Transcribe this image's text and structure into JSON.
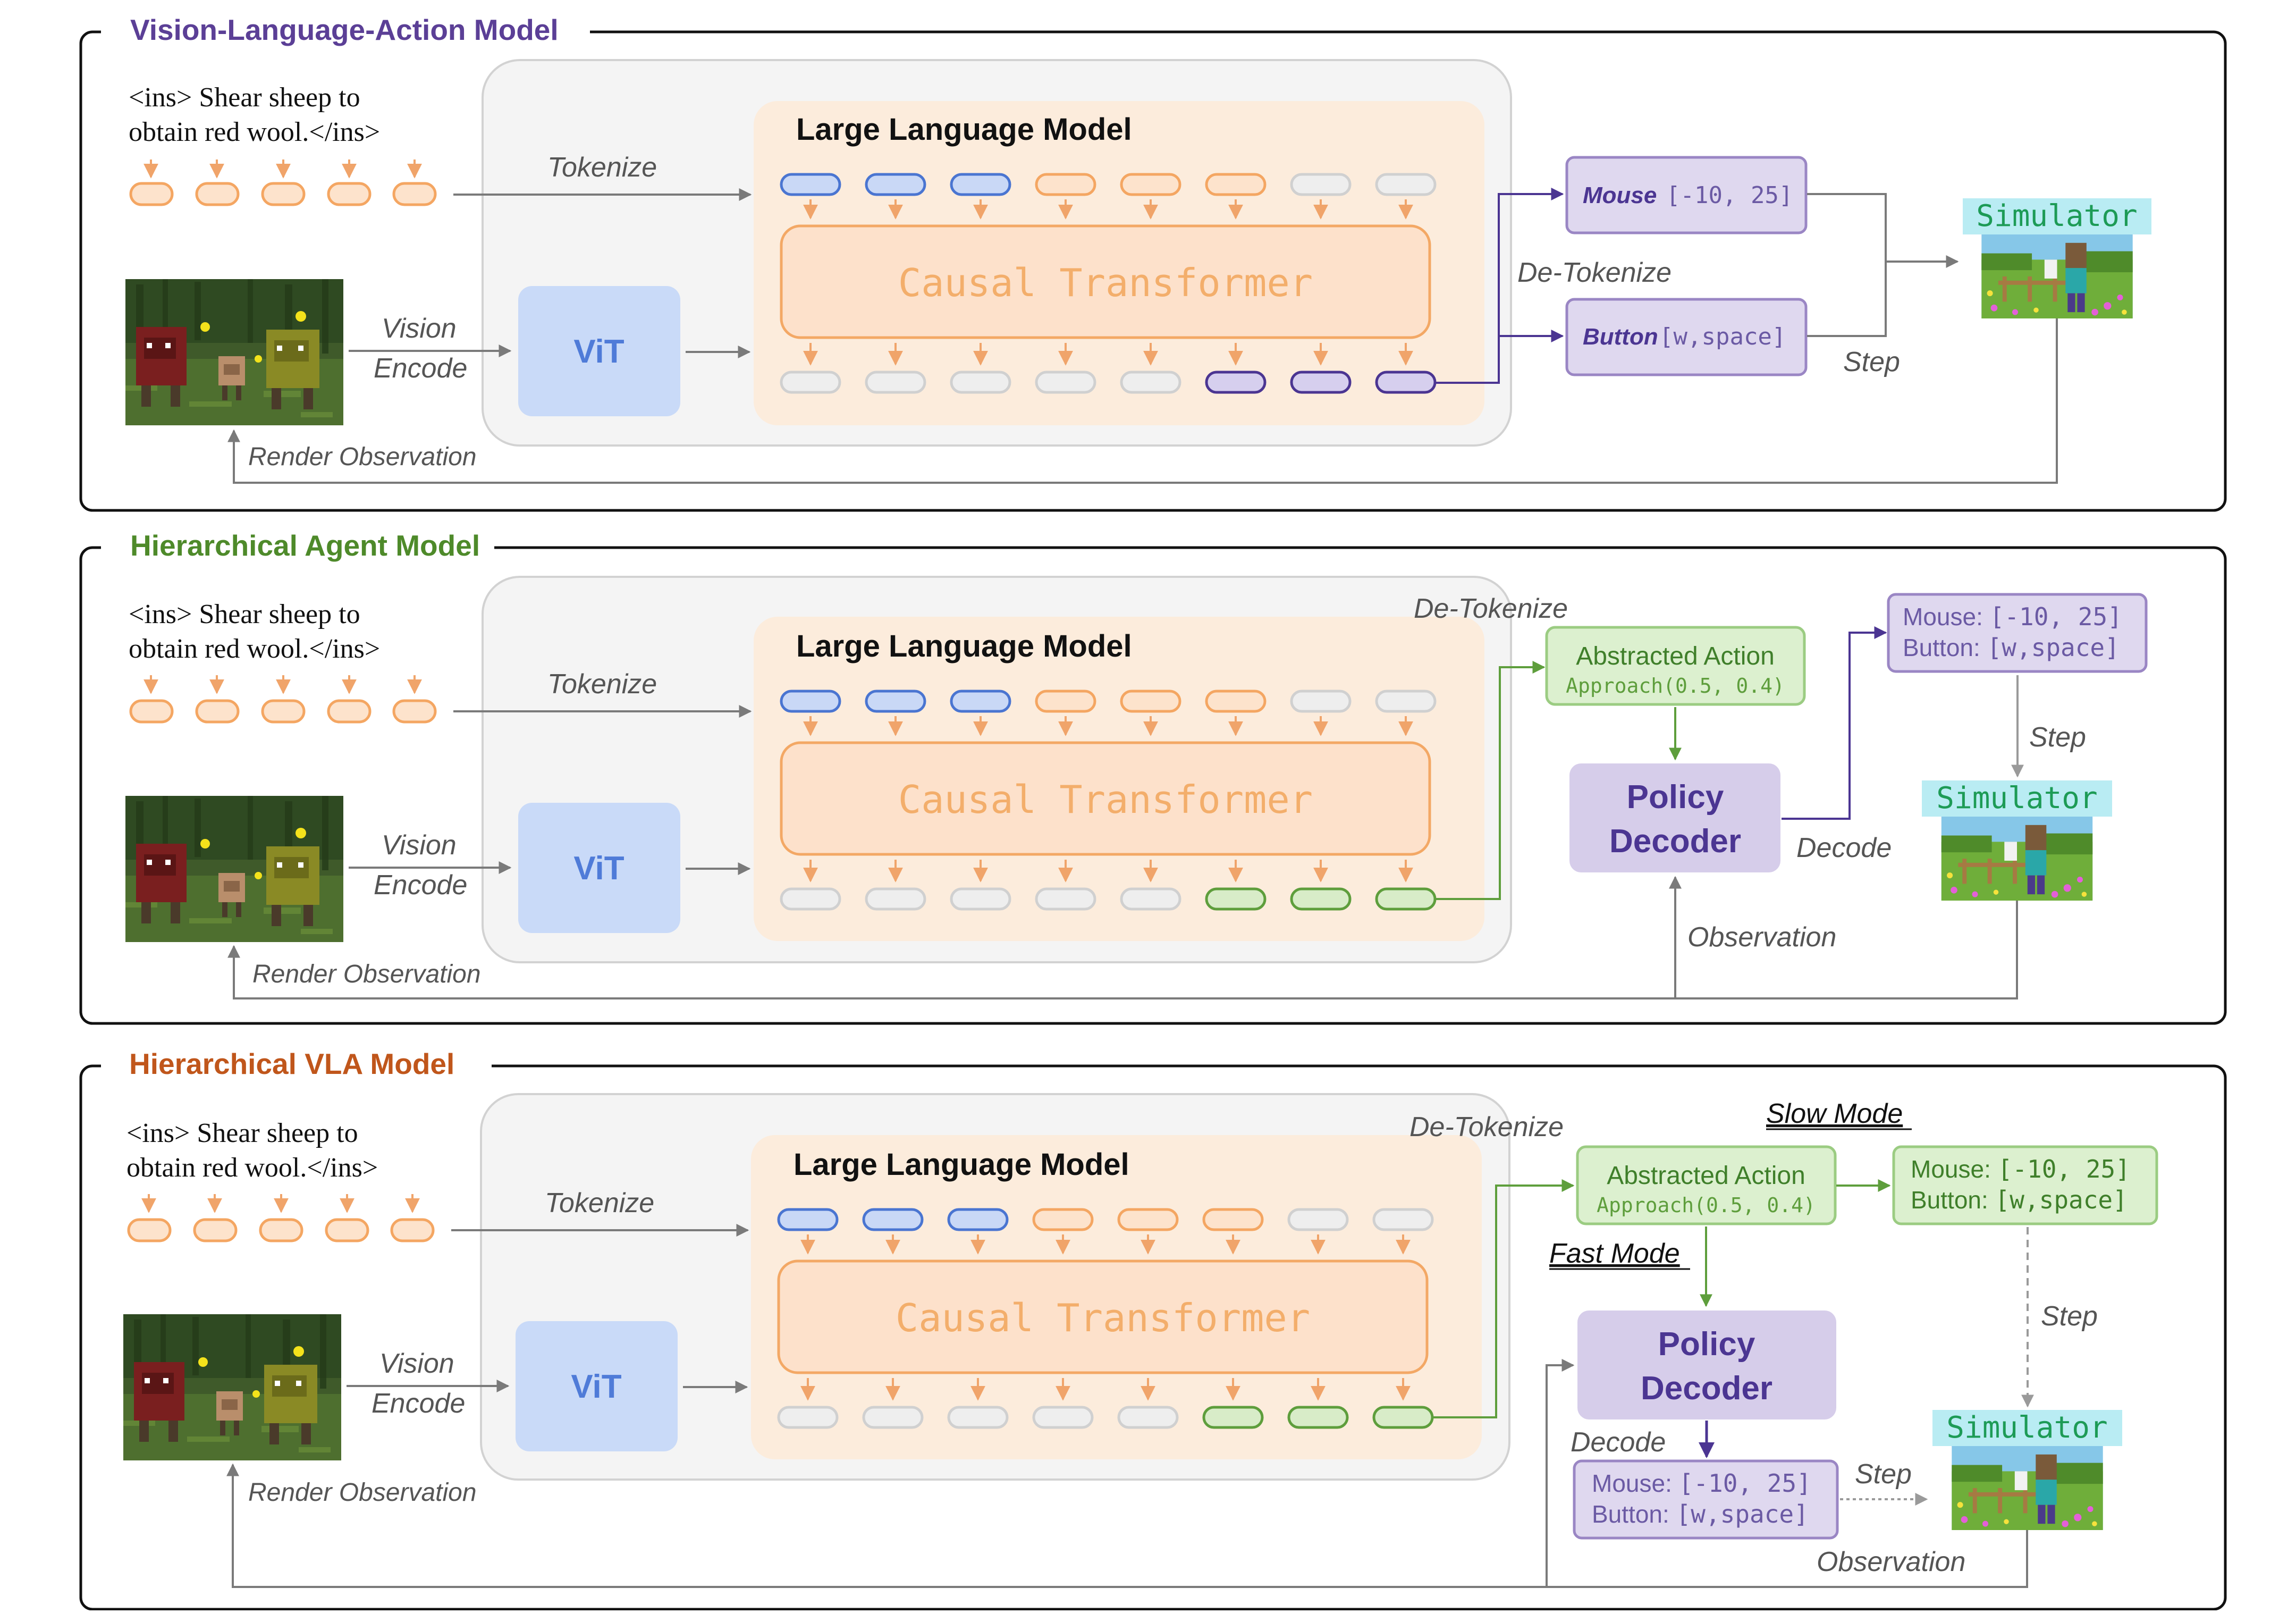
{
  "colors": {
    "vla_title": "#5b3f96",
    "hier_agent_title": "#4e8a2a",
    "hier_vla_title": "#c0561b",
    "token_orange": "#f4a662",
    "token_orange_fill": "#fde3cc",
    "token_blue": "#4a75d1",
    "token_blue_fill": "#c9d8f6",
    "token_gray": "#d0d0d0",
    "token_gray_fill": "#eeeeee",
    "token_purple": "#4b3592",
    "token_purple_fill": "#d6cfee",
    "token_green": "#5e9e3c",
    "token_green_fill": "#d8ecc8",
    "llm_bg": "#fcecdc",
    "transformer_fill": "#fde1cb",
    "transformer_text": "#f3ae6b",
    "vit_fill": "#c9daf8",
    "vit_text": "#4f7bd8",
    "policy_fill": "#d6cdea",
    "policy_text": "#4b3592",
    "action_fill": "#dfd8ef",
    "abstract_fill": "#dcf0cf",
    "abstract_stroke": "#9bcc82",
    "abstract_text": "#3f7f2a",
    "simulator_bg": "#b9ecf3",
    "simulator_text": "#1d9b56"
  },
  "panels": [
    {
      "id": "vla",
      "title": "Vision-Language-Action Model",
      "instruction_line1": "<ins> Shear sheep to",
      "instruction_line2": "obtain red wool.</ins>",
      "tokenize_label": "Tokenize",
      "vision_label_1": "Vision",
      "vision_label_2": "Encode",
      "vit_label": "ViT",
      "llm_title": "Large Language Model",
      "transformer_label": "Causal Transformer",
      "render_label": "Render Observation",
      "detokenize_label": "De-Tokenize",
      "mouse_name": "Mouse",
      "mouse_value": "[-10, 25]",
      "button_name": "Button",
      "button_value": "[w,space]",
      "step_label": "Step",
      "simulator_label": "Simulator"
    },
    {
      "id": "hier_agent",
      "title": "Hierarchical Agent Model",
      "instruction_line1": "<ins> Shear sheep to",
      "instruction_line2": "obtain red wool.</ins>",
      "tokenize_label": "Tokenize",
      "vision_label_1": "Vision",
      "vision_label_2": "Encode",
      "vit_label": "ViT",
      "llm_title": "Large Language Model",
      "transformer_label": "Causal Transformer",
      "render_label": "Render Observation",
      "detokenize_label": "De-Tokenize",
      "abstract_title": "Abstracted Action",
      "abstract_code": "Approach(0.5, 0.4)",
      "policy_line1": "Policy",
      "policy_line2": "Decoder",
      "decode_label": "Decode",
      "action_line1_name": "Mouse: ",
      "action_line1_value": "[-10, 25]",
      "action_line2_name": "Button: ",
      "action_line2_value": "[w,space]",
      "step_label": "Step",
      "simulator_label": "Simulator",
      "observation_label": "Observation"
    },
    {
      "id": "hier_vla",
      "title": "Hierarchical VLA Model",
      "instruction_line1": "<ins> Shear sheep to",
      "instruction_line2": "obtain red wool.</ins>",
      "tokenize_label": "Tokenize",
      "vision_label_1": "Vision",
      "vision_label_2": "Encode",
      "vit_label": "ViT",
      "llm_title": "Large Language Model",
      "transformer_label": "Causal Transformer",
      "render_label": "Render Observation",
      "detokenize_label": "De-Tokenize",
      "slow_mode_label": "Slow Mode",
      "fast_mode_label": "Fast Mode",
      "abstract_title": "Abstracted Action",
      "abstract_code": "Approach(0.5, 0.4)",
      "slow_action_line1_name": "Mouse: ",
      "slow_action_line1_value": "[-10, 25]",
      "slow_action_line2_name": "Button: ",
      "slow_action_line2_value": "[w,space]",
      "policy_line1": "Policy",
      "policy_line2": "Decoder",
      "decode_label": "Decode",
      "fast_action_line1_name": "Mouse: ",
      "fast_action_line1_value": "[-10, 25]",
      "fast_action_line2_name": "Button: ",
      "fast_action_line2_value": "[w,space]",
      "step_label": "Step",
      "step_label_2": "Step",
      "simulator_label": "Simulator",
      "observation_label": "Observation"
    }
  ]
}
